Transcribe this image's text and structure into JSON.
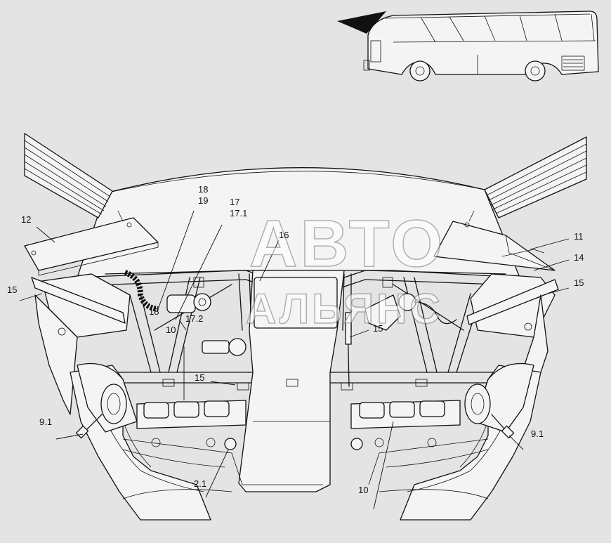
{
  "diagram": {
    "labels": {
      "l_18": "18",
      "l_19": "19",
      "l_17": "17",
      "l_17_1": "17.1",
      "l_16": "16",
      "l_12": "12",
      "l_11": "11",
      "l_14": "14",
      "l_15_left": "15",
      "l_15_right": "15",
      "l_15_center": "15",
      "l_15_lower": "15",
      "l_18_low": "18",
      "l_17_2": "17.2",
      "l_10_upper": "10",
      "l_9_1_left": "9.1",
      "l_9_1_right": "9.1",
      "l_2_1": "2.1",
      "l_10_lower": "10"
    },
    "watermark": {
      "line1": "АВТО",
      "line2": "АЛЬЯНС"
    }
  }
}
